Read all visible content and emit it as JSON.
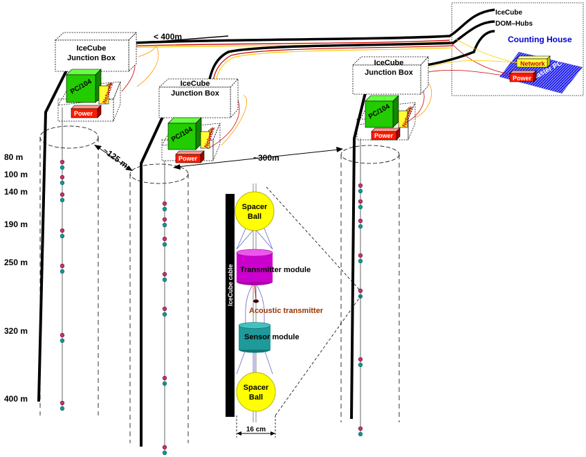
{
  "junction_box_label": [
    "IceCube",
    "Junction Box"
  ],
  "pc104_label": "PC/104",
  "network_label": "Network",
  "power_label": "Power",
  "master_pc_label": "Master PC",
  "counting_house": {
    "title": "Counting House",
    "icecube_label": "IceCube",
    "domhubs_label": "DOM–Hubs"
  },
  "distances": {
    "to_counting_house": "< 400m",
    "string_1_2": "~125 m",
    "string_2_3": "~300m",
    "module_width": "16 cm"
  },
  "depths": [
    "80 m",
    "100 m",
    "140 m",
    "190 m",
    "250 m",
    "320 m",
    "400 m"
  ],
  "detail": {
    "spacer_ball_label": [
      "Spacer",
      "Ball"
    ],
    "transmitter_module": "Transmitter module",
    "acoustic_transmitter": "Acoustic transmitter",
    "sensor_module": "Sensor module",
    "icecube_cable": "IceCube cable"
  },
  "colors": {
    "pc104": "#22cc00",
    "network": "#ffff33",
    "power": "#ff1a00",
    "master_pc_plate": "#2222ee",
    "counting_house_title": "#0000cc",
    "transmitter_module": "#cc00cc",
    "sensor_module": "#1e9a9a",
    "spacer_ball": "#ffff00",
    "acoustic_label": "#993300"
  }
}
